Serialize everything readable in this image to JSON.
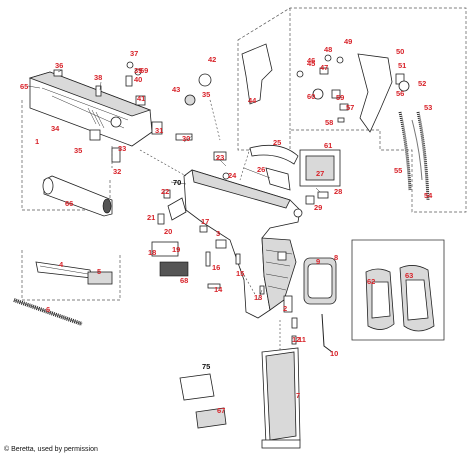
{
  "credit": "© Beretta, used by permission",
  "callouts": [
    "1",
    "2",
    "3",
    "4",
    "5",
    "6",
    "7",
    "8",
    "9",
    "10",
    "11",
    "12",
    "13",
    "14",
    "15",
    "16",
    "17",
    "18",
    "19",
    "20",
    "21",
    "22",
    "23",
    "24",
    "25",
    "26",
    "27",
    "28",
    "29",
    "30",
    "31",
    "32",
    "33",
    "34",
    "35",
    "36",
    "37",
    "38",
    "39",
    "40",
    "41",
    "42",
    "43",
    "44",
    "45",
    "46",
    "47",
    "48",
    "49",
    "50",
    "51",
    "52",
    "53",
    "54",
    "55",
    "56",
    "57",
    "58",
    "59",
    "60",
    "61",
    "62",
    "63",
    "65",
    "66",
    "67",
    "68",
    "69",
    "70",
    "75"
  ]
}
